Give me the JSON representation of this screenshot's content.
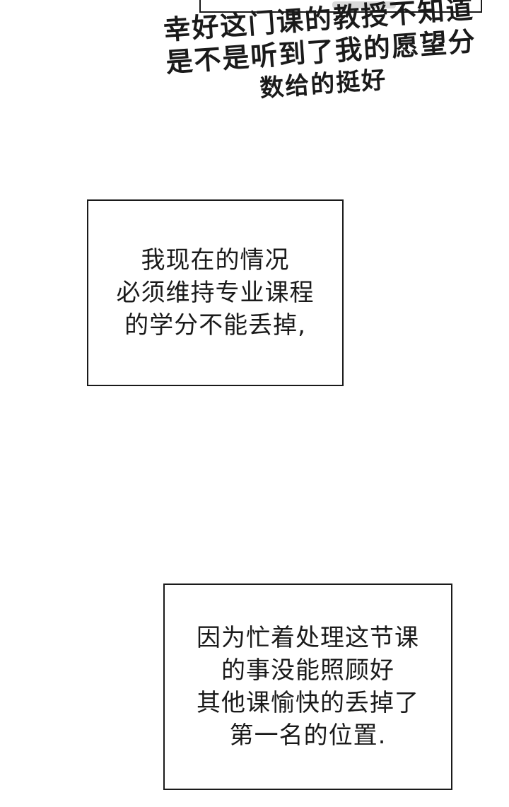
{
  "colors": {
    "background": "#ffffff",
    "ink": "#1a1a1a"
  },
  "caption": {
    "lines": [
      "幸好这门课的教授不知道",
      "是不是听到了我的愿望分",
      "数给的挺好"
    ]
  },
  "narration_1": {
    "lines": [
      "我现在的情况",
      "必须维持专业课程",
      "的学分不能丢掉,"
    ]
  },
  "narration_2": {
    "lines": [
      "因为忙着处理这节课",
      "的事没能照顾好",
      "其他课愉快的丢掉了",
      "第一名的位置."
    ]
  }
}
